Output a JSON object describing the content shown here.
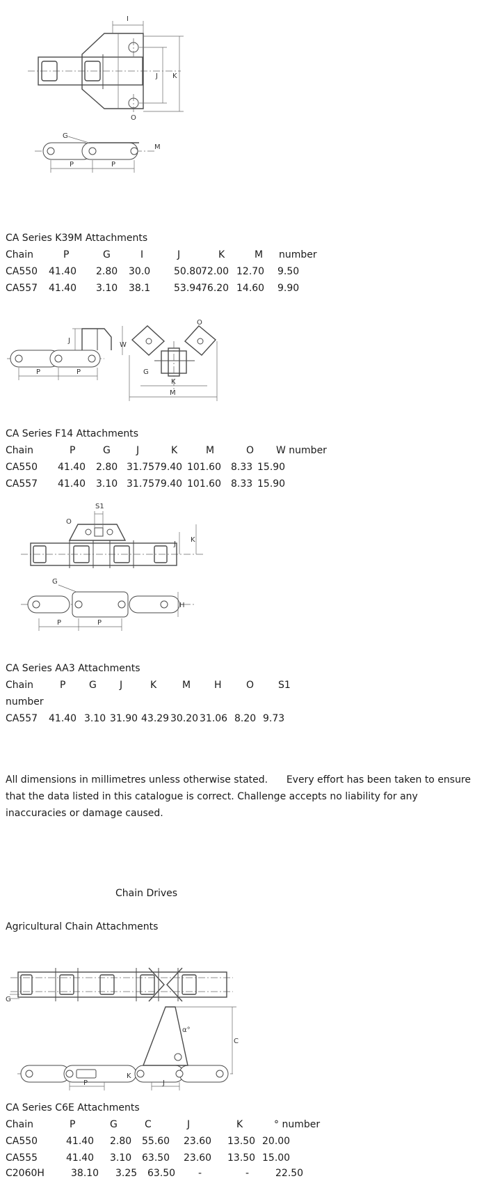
{
  "k39m": {
    "title": "CA Series K39M Attachments",
    "headers": [
      "Chain",
      "P",
      "G",
      "I",
      "J",
      "K",
      "M",
      "number"
    ],
    "rows": [
      [
        "CA550",
        "41.40",
        "2.80",
        "30.0",
        "50.80",
        "72.00",
        "12.70",
        "9.50"
      ],
      [
        "CA557",
        "41.40",
        "3.10",
        "38.1",
        "53.94",
        "76.20",
        "14.60",
        "9.90"
      ]
    ]
  },
  "f14": {
    "title": "CA Series F14 Attachments",
    "headers": [
      "Chain",
      "P",
      "G",
      "J",
      "K",
      "M",
      "O",
      "W number"
    ],
    "rows": [
      [
        "CA550",
        "41.40",
        "2.80",
        "31.75",
        "79.40",
        "101.60",
        "8.33",
        "15.90"
      ],
      [
        "CA557",
        "41.40",
        "3.10",
        "31.75",
        "79.40",
        "101.60",
        "8.33",
        "15.90"
      ]
    ]
  },
  "aa3": {
    "title": "CA Series AA3 Attachments",
    "headers": [
      "Chain",
      "P",
      "G",
      "J",
      "K",
      "M",
      "H",
      "O",
      "S1"
    ],
    "headers_wrap": "number",
    "rows": [
      [
        "CA557",
        "41.40",
        "3.10",
        "31.90",
        "43.29",
        "30.20",
        "31.06",
        "8.20",
        "9.73"
      ]
    ]
  },
  "disclaimer": {
    "line1": "All dimensions in millimetres unless otherwise stated.      Every effort has been taken to ensure",
    "line2": "that the data listed in this catalogue is correct. Challenge accepts no liability for any",
    "line3": "inaccuracies or damage caused."
  },
  "section_heading": "Chain Drives",
  "subheading": "Agricultural Chain Attachments",
  "c6e": {
    "title": "CA Series C6E Attachments",
    "headers": [
      "Chain",
      "P",
      "G",
      "C",
      "J",
      "K",
      "° number"
    ],
    "rows": [
      [
        "CA550",
        "41.40",
        "2.80",
        "55.60",
        "23.60",
        "13.50",
        "20.00"
      ],
      [
        "CA555",
        "41.40",
        "3.10",
        "63.50",
        "23.60",
        "13.50",
        "15.00"
      ],
      [
        "C2060H",
        "38.10",
        "3.25",
        "63.50",
        "-",
        "-",
        "22.50"
      ]
    ]
  },
  "drawing_labels": {
    "d1": [
      "I",
      "J",
      "K",
      "O",
      "G",
      "M",
      "P",
      "P"
    ],
    "d2": [
      "J",
      "P",
      "P",
      "W",
      "O",
      "G",
      "K",
      "M"
    ],
    "d3": [
      "S1",
      "O",
      "J",
      "K",
      "G",
      "H",
      "P",
      "P"
    ],
    "d4": [
      "G",
      "α°",
      "C",
      "K",
      "P",
      "J"
    ]
  }
}
